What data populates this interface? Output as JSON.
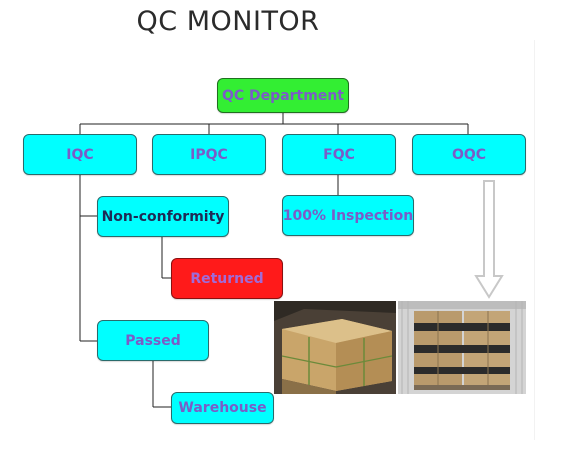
{
  "title": "QC MONITOR",
  "nodes": {
    "qc_department": "QC Department",
    "iqc": "IQC",
    "ipqc": "IPQC",
    "fqc": "FQC",
    "oqc": "OQC",
    "non_conformity": "Non-conformity",
    "inspection": "100% Inspection",
    "returned": "Returned",
    "passed": "Passed",
    "warehouse": "Warehouse"
  },
  "colors": {
    "department_box": "#33ee33",
    "stage_box": "#00ffff",
    "returned_box": "#ff1a1a",
    "label_text": "#7b5cc7",
    "connector": "#222222",
    "arrow_outline": "#c8c8c8"
  },
  "photos": [
    {
      "icon": "pallet-stretch-wrapped-photo"
    },
    {
      "icon": "container-loaded-pallets-photo"
    }
  ]
}
